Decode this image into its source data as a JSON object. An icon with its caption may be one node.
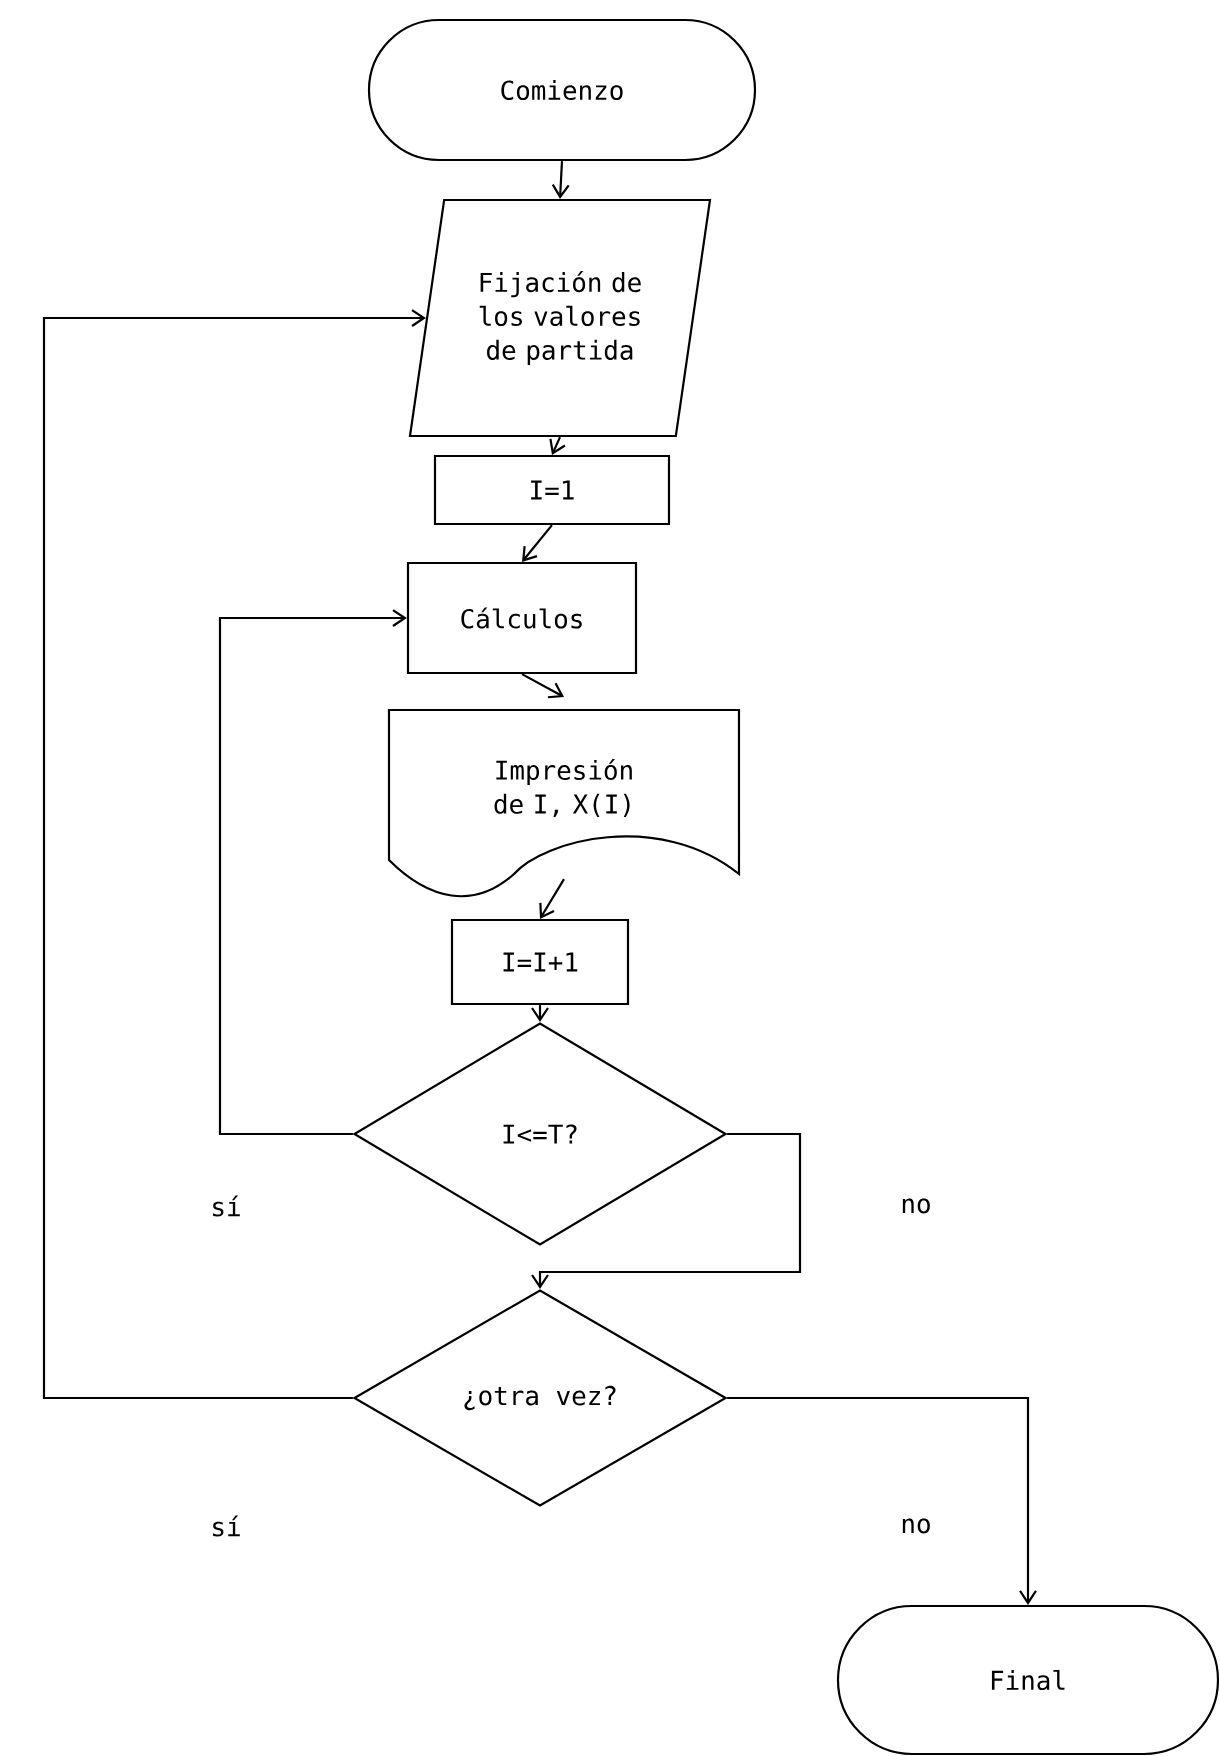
{
  "diagram": {
    "nodes": [
      {
        "text": [
          "Comienzo"
        ]
      },
      {
        "text": [
          "Fijación de los valores de partida"
        ]
      },
      {
        "text": [
          "I=1"
        ]
      },
      {
        "text": [
          "Cálculos"
        ]
      },
      {
        "text": [
          "Impresión de I, X(I)"
        ]
      },
      {
        "text": [
          "I=I+1"
        ]
      },
      {
        "text": [
          "I<=T?"
        ]
      },
      {
        "text": [
          "¿otra vez?"
        ]
      },
      {
        "text": [
          "Final"
        ]
      }
    ],
    "edges": [
      {
        "from": 0,
        "to": 1,
        "arrow": "to"
      },
      {
        "from": 1,
        "to": 2,
        "arrow": "to"
      },
      {
        "from": 2,
        "to": 3,
        "arrow": "to"
      },
      {
        "from": 3,
        "to": 4,
        "arrow": "to"
      },
      {
        "from": 4,
        "to": 5,
        "arrow": "to"
      },
      {
        "from": 5,
        "to": 6,
        "arrow": "to"
      },
      {
        "from": 6,
        "to": 3,
        "arrow": "to",
        "label": "sí"
      },
      {
        "from": 6,
        "to": 7,
        "arrow": "to",
        "label": "no"
      },
      {
        "from": 7,
        "to": 1,
        "arrow": "to",
        "label": "sí"
      },
      {
        "from": 7,
        "to": 8,
        "arrow": "to",
        "label": "no"
      }
    ]
  }
}
